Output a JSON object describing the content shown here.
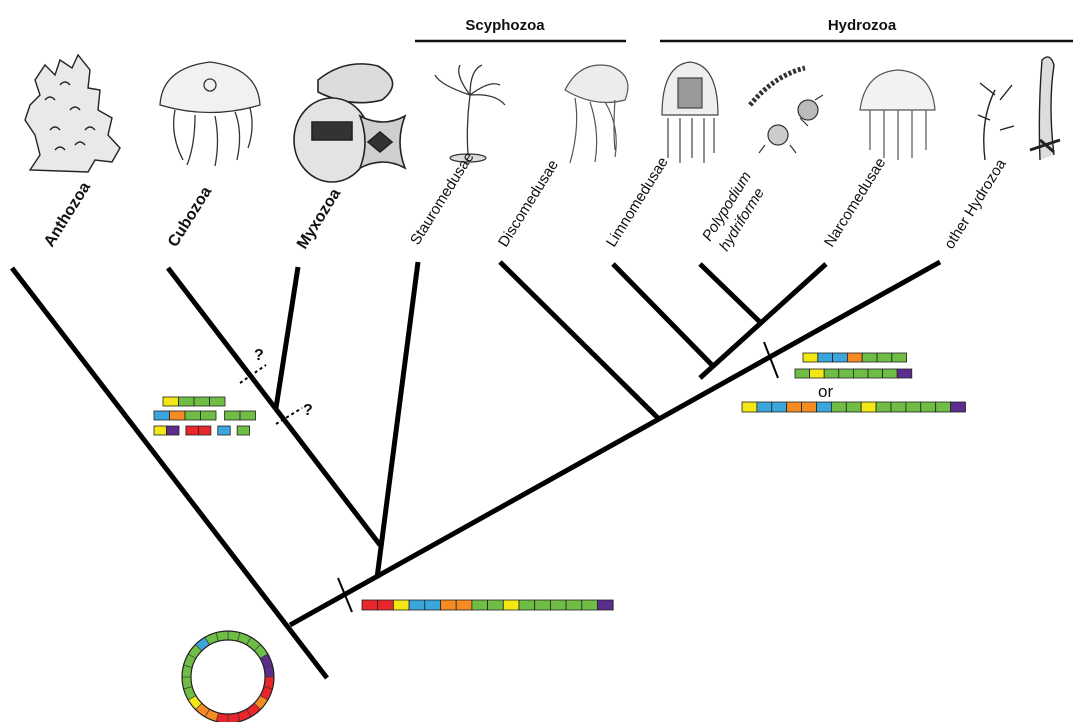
{
  "groups": [
    {
      "id": "scyphozoa",
      "label": "Scyphozoa"
    },
    {
      "id": "hydrozoa",
      "label": "Hydrozoa"
    }
  ],
  "taxa": [
    {
      "id": "anthozoa",
      "label": "Anthozoa",
      "style": "bold"
    },
    {
      "id": "cubozoa",
      "label": "Cubozoa",
      "style": "bold"
    },
    {
      "id": "myxozoa",
      "label": "Myxozoa",
      "style": "bold"
    },
    {
      "id": "stauromedusae",
      "label": "Stauromedusae",
      "style": "normal"
    },
    {
      "id": "discomedusae",
      "label": "Discomedusae",
      "style": "normal"
    },
    {
      "id": "limnomedusae",
      "label": "Limnomedusae",
      "style": "normal"
    },
    {
      "id": "polypodium",
      "label": "Polypodium",
      "label2": "hydriforme",
      "style": "italic"
    },
    {
      "id": "narcomedusae",
      "label": "Narcomedusae",
      "style": "normal"
    },
    {
      "id": "other_hydrozoa",
      "label": "other Hydrozoa",
      "style": "normal"
    }
  ],
  "annotations": {
    "question_mark": "?",
    "or_label": "or"
  },
  "colors": {
    "branch": "#000000",
    "red": "#e8262b",
    "yellow": "#f3e715",
    "blue": "#3aa6dc",
    "orange": "#f58b22",
    "green": "#6fbd45",
    "purple": "#5b2e8d"
  },
  "gene_blocks": {
    "medusozoa_root": [
      "red",
      "red",
      "yellow",
      "blue",
      "blue",
      "orange",
      "orange",
      "green",
      "green",
      "yellow",
      "green",
      "green",
      "green",
      "green",
      "green",
      "purple"
    ],
    "cubozoa_row1": [
      "yellow",
      "green",
      "green",
      "green"
    ],
    "cubozoa_row2": [
      "blue",
      "orange",
      "green",
      "green",
      "gap",
      "green",
      "green"
    ],
    "cubozoa_row3": [
      "yellow",
      "purple",
      "gap",
      "red",
      "red",
      "gap",
      "blue",
      "gap",
      "green"
    ],
    "hydrozoa_row1": [
      "yellow",
      "blue",
      "blue",
      "orange",
      "green",
      "green",
      "green"
    ],
    "hydrozoa_row2": [
      "green",
      "yellow",
      "green",
      "green",
      "green",
      "green",
      "green",
      "purple"
    ],
    "hydrozoa_alt": [
      "yellow",
      "blue",
      "blue",
      "orange",
      "orange",
      "blue",
      "green",
      "green",
      "yellow",
      "green",
      "green",
      "green",
      "green",
      "green",
      "purple"
    ]
  },
  "circular_genome": [
    "green",
    "green",
    "green",
    "green",
    "purple",
    "purple",
    "red",
    "red",
    "orange",
    "red",
    "red",
    "red",
    "red",
    "orange",
    "orange",
    "yellow",
    "green",
    "green",
    "green",
    "green",
    "green",
    "blue",
    "green",
    "green"
  ]
}
